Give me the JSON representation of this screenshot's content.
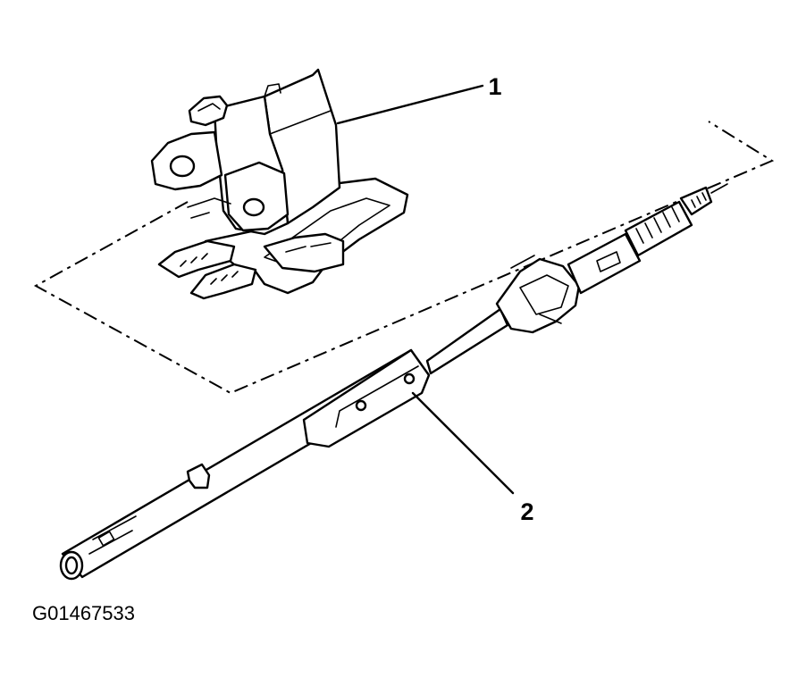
{
  "figure": {
    "id_text": "G01467533",
    "callouts": [
      {
        "key": "1",
        "label": "1"
      },
      {
        "key": "2",
        "label": "2"
      }
    ],
    "colors": {
      "ink": "#000000",
      "paper": "#ffffff"
    }
  }
}
